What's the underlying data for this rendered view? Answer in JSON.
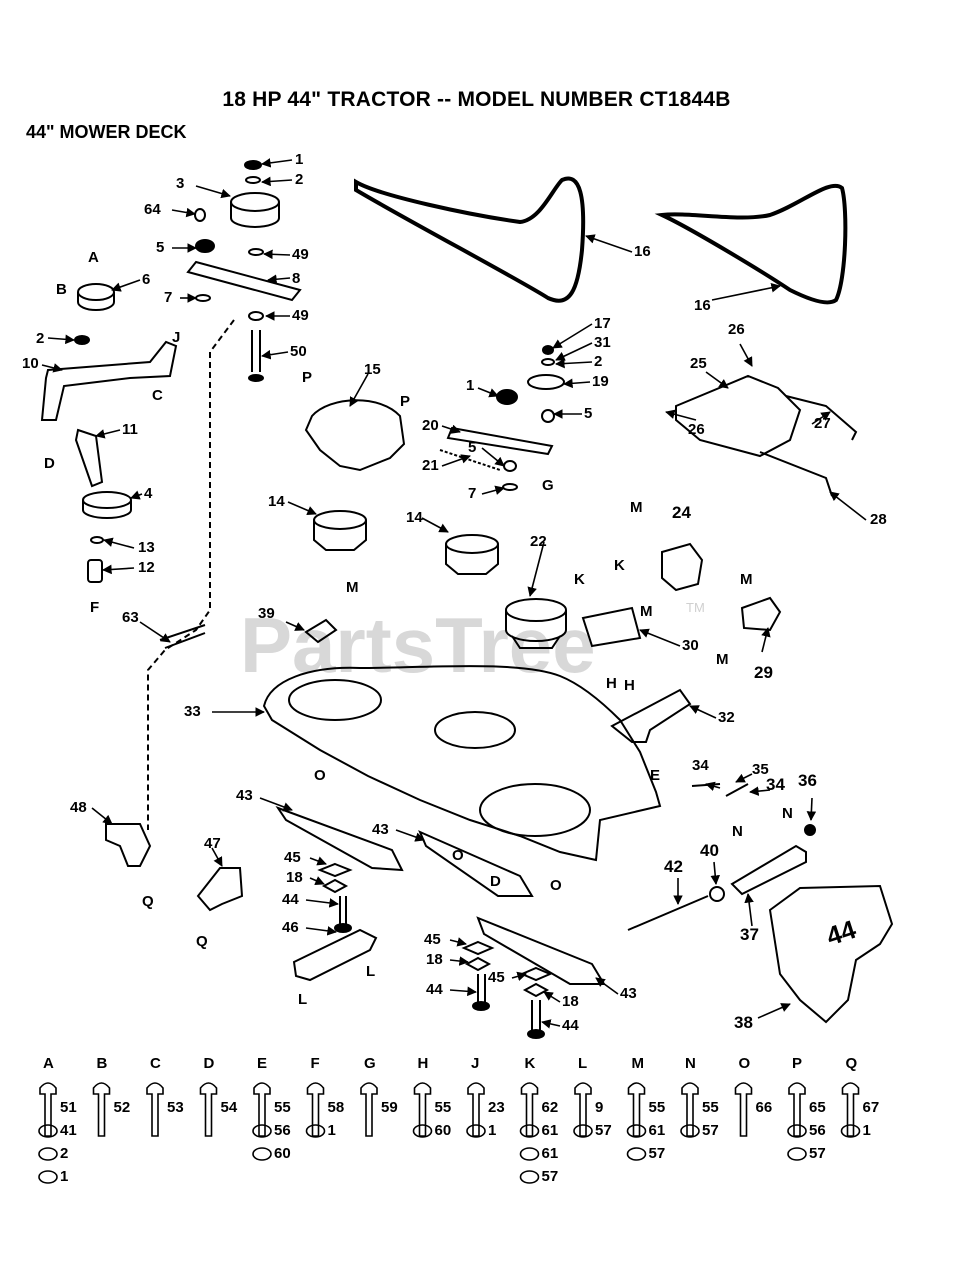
{
  "title": "18 HP 44\" TRACTOR -- MODEL NUMBER CT1844B",
  "subtitle": "44\" MOWER DECK",
  "watermark": "PartsTree",
  "watermark_tm": "TM",
  "deck_badge": "44",
  "callouts": [
    "1",
    "2",
    "3",
    "64",
    "5",
    "49",
    "8",
    "6",
    "7",
    "49",
    "50",
    "2",
    "10",
    "11",
    "4",
    "13",
    "12",
    "63",
    "15",
    "14",
    "14",
    "1",
    "20",
    "21",
    "5",
    "7",
    "17",
    "31",
    "2",
    "19",
    "5",
    "16",
    "16",
    "26",
    "25",
    "27",
    "26",
    "28",
    "24",
    "22",
    "30",
    "39",
    "33",
    "32",
    "29",
    "34",
    "35",
    "34",
    "36",
    "48",
    "47",
    "43",
    "43",
    "45",
    "18",
    "44",
    "46",
    "45",
    "18",
    "44",
    "45",
    "18",
    "44",
    "43",
    "42",
    "40",
    "37",
    "38"
  ],
  "letters": [
    "A",
    "B",
    "C",
    "J",
    "D",
    "F",
    "P",
    "P",
    "G",
    "M",
    "K",
    "K",
    "M",
    "M",
    "M",
    "M",
    "H",
    "H",
    "E",
    "O",
    "O",
    "D",
    "O",
    "N",
    "N",
    "Q",
    "Q",
    "L",
    "L"
  ],
  "hardware": [
    {
      "key": "A",
      "parts": [
        "51",
        "41",
        "2",
        "1"
      ]
    },
    {
      "key": "B",
      "parts": [
        "52"
      ]
    },
    {
      "key": "C",
      "parts": [
        "53"
      ]
    },
    {
      "key": "D",
      "parts": [
        "54"
      ]
    },
    {
      "key": "E",
      "parts": [
        "55",
        "56",
        "60"
      ]
    },
    {
      "key": "F",
      "parts": [
        "58",
        "1"
      ]
    },
    {
      "key": "G",
      "parts": [
        "59"
      ]
    },
    {
      "key": "H",
      "parts": [
        "55",
        "60"
      ]
    },
    {
      "key": "J",
      "parts": [
        "23",
        "1"
      ]
    },
    {
      "key": "K",
      "parts": [
        "62",
        "61",
        "61",
        "57"
      ]
    },
    {
      "key": "L",
      "parts": [
        "9",
        "57"
      ]
    },
    {
      "key": "M",
      "parts": [
        "55",
        "61",
        "57"
      ]
    },
    {
      "key": "N",
      "parts": [
        "55",
        "57"
      ]
    },
    {
      "key": "O",
      "parts": [
        "66"
      ]
    },
    {
      "key": "P",
      "parts": [
        "65",
        "56",
        "57"
      ]
    },
    {
      "key": "Q",
      "parts": [
        "67",
        "1"
      ]
    }
  ]
}
